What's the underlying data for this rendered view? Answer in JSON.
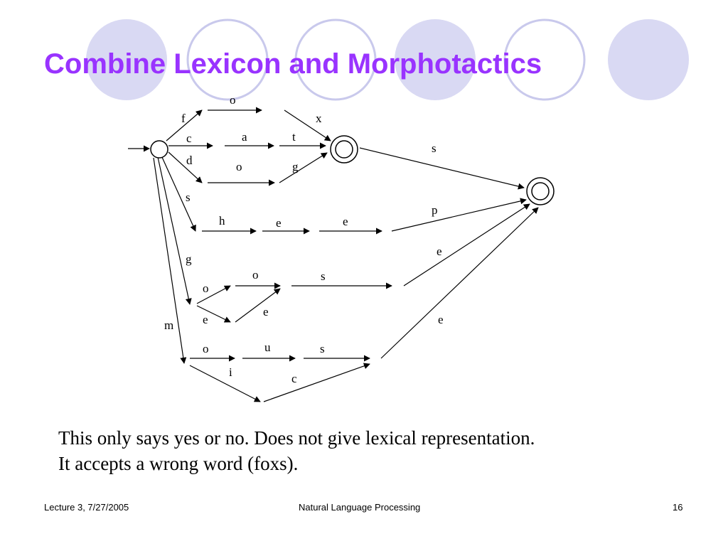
{
  "slide": {
    "title": "Combine Lexicon and Morphotactics",
    "body_lines": [
      "This only says yes or no. Does not give lexical representation.",
      "It accepts a wrong word (foxs)."
    ]
  },
  "footer": {
    "left": "Lecture 3, 7/27/2005",
    "center": "Natural Language Processing",
    "right": "16"
  },
  "diagram": {
    "labels": {
      "l1": "o",
      "l2": "x",
      "l3": "f",
      "l4": "c",
      "l5": "a",
      "l6": "t",
      "l7": "d",
      "l8": "o",
      "l9": "g",
      "l10": "s",
      "l11": "s",
      "l12": "p",
      "l13": "h",
      "l14": "e",
      "l15": "e",
      "l16": "g",
      "l17": "e",
      "l18": "o",
      "l19": "s",
      "l20": "o",
      "l21": "e",
      "l22": "e",
      "l23": "m",
      "l24": "e",
      "l25": "o",
      "l26": "u",
      "l27": "s",
      "l28": "i",
      "l29": "c"
    }
  },
  "colors": {
    "title": "#9933ff",
    "decor_fill": "#d9d9f3",
    "decor_stroke": "#c9c9ec"
  }
}
